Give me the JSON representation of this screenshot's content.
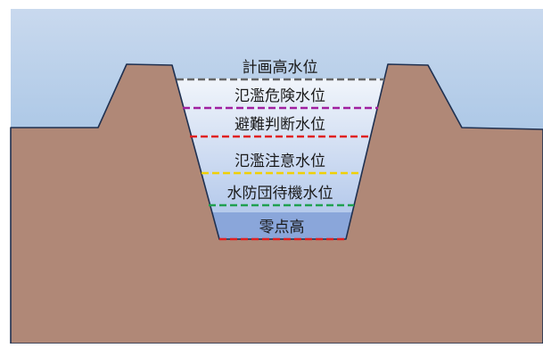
{
  "diagram": {
    "levels": [
      {
        "label": "計画高水位",
        "line_color": "#666666"
      },
      {
        "label": "氾濫危険水位",
        "line_color": "#a020a0"
      },
      {
        "label": "避難判断水位",
        "line_color": "#e02020"
      },
      {
        "label": "氾濫注意水位",
        "line_color": "#f0d000"
      },
      {
        "label": "水防団待機水位",
        "line_color": "#20a050"
      },
      {
        "label": "零点高",
        "line_color": "#e02020"
      }
    ],
    "colors": {
      "ground": "#b08877",
      "ground_outline": "#1f3050",
      "sky_top": "#c9d9ee",
      "sky_bottom": "#92b8df",
      "water_top": "#f1f5fb",
      "water_bottom": "#a9c1e8",
      "zero_band": "#8aa6da",
      "label_text": "#1a1a1a"
    }
  }
}
